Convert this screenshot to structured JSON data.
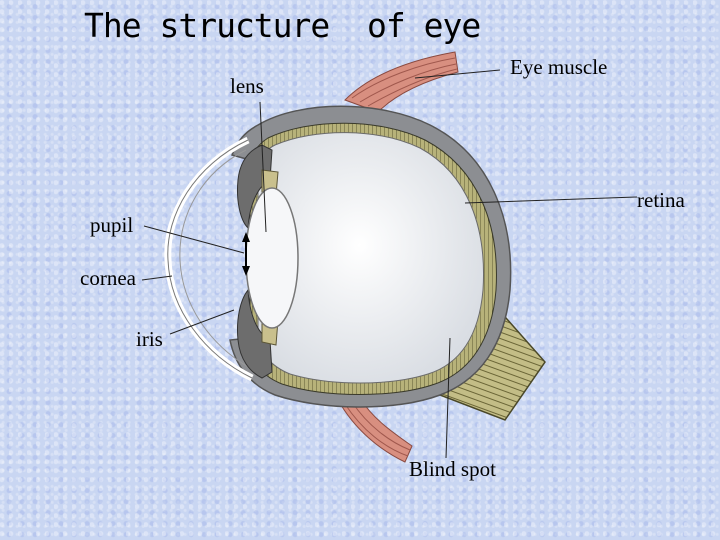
{
  "title": "The structure  of eye",
  "labels": {
    "lens": "lens",
    "eye_muscle": "Eye muscle",
    "retina": "retina",
    "pupil": "pupil",
    "cornea": "cornea",
    "iris": "iris",
    "blind_spot": "Blind spot"
  },
  "colors": {
    "background": "#c9d6f2",
    "sclera": "#8c8e92",
    "vitreous": "#e8ebef",
    "retina": "#a9a56c",
    "muscle": "#d88f80",
    "optic_nerve": "#b9b37a"
  }
}
